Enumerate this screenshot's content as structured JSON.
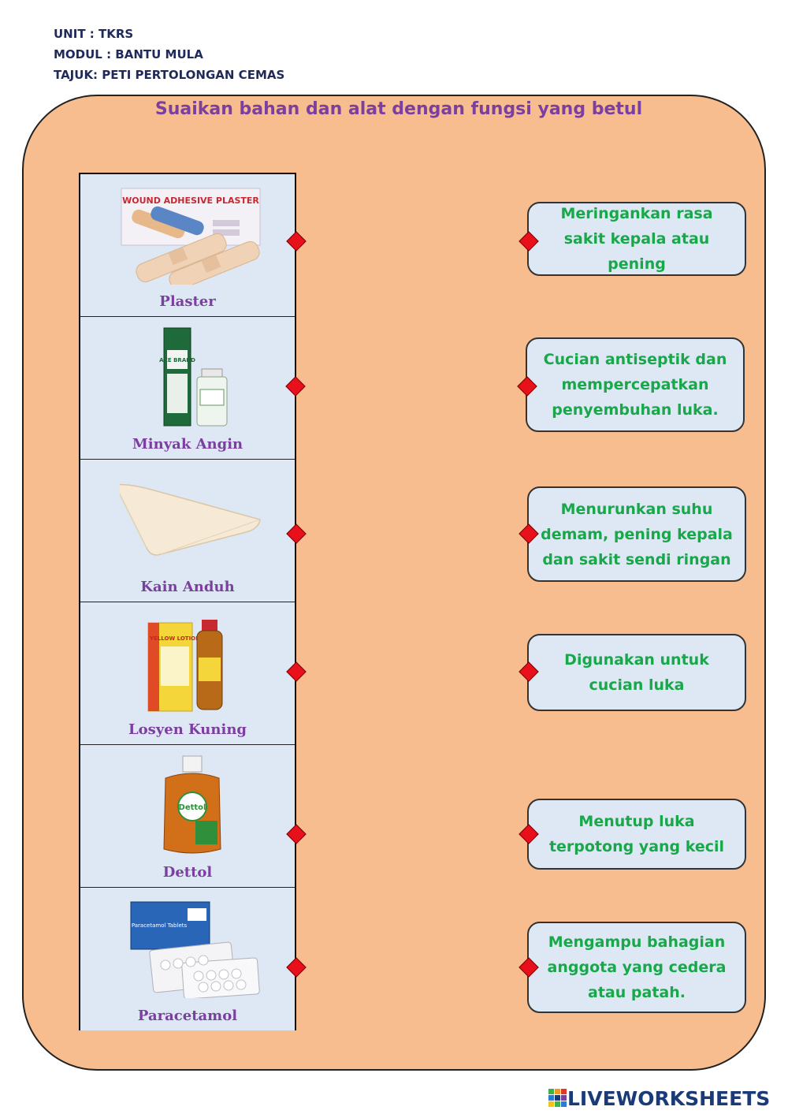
{
  "header": {
    "unit": "UNIT : TKRS",
    "modul": "MODUL : BANTU MULA",
    "tajuk": "TAJUK: PETI PERTOLONGAN CEMAS"
  },
  "title": "Suaikan bahan dan alat dengan fungsi yang betul",
  "items": [
    {
      "label": "Plaster",
      "image_text": "WOUND ADHESIVE PLASTER"
    },
    {
      "label": "Minyak Angin",
      "image_text": "AXE BRAND"
    },
    {
      "label": "Kain Anduh"
    },
    {
      "label": "Losyen Kuning",
      "image_text": "YELLOW LOTION"
    },
    {
      "label": "Dettol",
      "image_text": "Dettol"
    },
    {
      "label": "Paracetamol",
      "image_text": "Paracetamol Tablets"
    }
  ],
  "functions": [
    "Meringankan rasa sakit kepala atau pening",
    "Cucian antiseptik dan mempercepatkan penyembuhan luka.",
    "Menurunkan suhu demam, pening kepala dan sakit sendi ringan",
    "Digunakan untuk cucian luka",
    "Menutup luka terpotong yang kecil",
    "Mengampu bahagian anggota yang cedera atau patah."
  ],
  "logo": {
    "text": "LIVEWORKSHEETS"
  },
  "colors": {
    "panel": "#f7bd8e",
    "card": "#dde8f4",
    "title": "#7b3fa0",
    "function_text": "#18a84a",
    "connector": "#e8101a"
  }
}
